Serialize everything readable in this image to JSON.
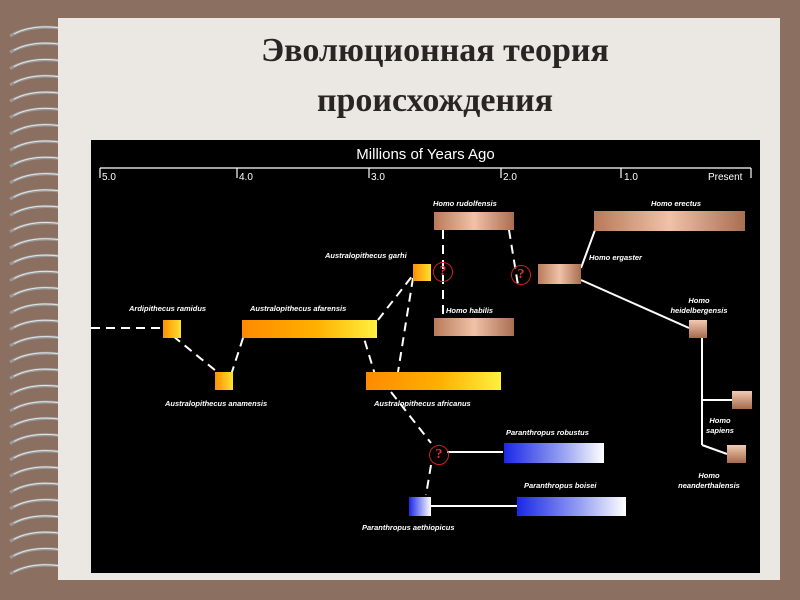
{
  "title": {
    "line1": "Эволюционная теория",
    "line2": "происхождения"
  },
  "diagram": {
    "axis_title": "Millions of Years Ago",
    "ticks": [
      "5.0",
      "4.0",
      "3.0",
      "2.0",
      "1.0",
      "Present"
    ],
    "question_mark": "?",
    "species": {
      "ardipithecus_ramidus": "Ardipithecus ramidus",
      "australopithecus_anamensis": "Australopithecus anamensis",
      "australopithecus_afarensis": "Australopithecus afarensis",
      "australopithecus_garhi": "Australopithecus garhi",
      "australopithecus_africanus": "Australopithecus africanus",
      "homo_rudolfensis": "Homo rudolfensis",
      "homo_habilis": "Homo habilis",
      "homo_erectus": "Homo erectus",
      "homo_ergaster": "Homo ergaster",
      "homo_heidelbergensis_1": "Homo",
      "homo_heidelbergensis_2": "heidelbergensis",
      "homo_sapiens_1": "Homo",
      "homo_sapiens_2": "sapiens",
      "homo_neanderthalensis_1": "Homo",
      "homo_neanderthalensis_2": "neanderthalensis",
      "paranthropus_robustus": "Paranthropus robustus",
      "paranthropus_boisei": "Paranthropus boisei",
      "paranthropus_aethiopicus": "Paranthropus aethiopicus"
    }
  }
}
